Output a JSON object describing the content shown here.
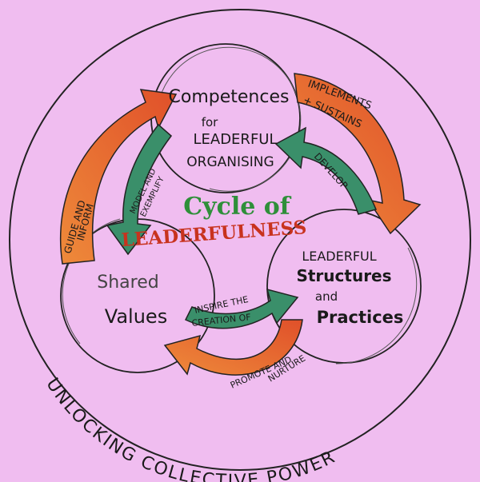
{
  "diagram": {
    "center_title_1": "Cycle of",
    "center_title_2": "LEADERFULNESS",
    "outer_caption": "UNLOCKING COLLECTIVE POWER",
    "nodes": {
      "competences": {
        "line1": "Competences",
        "line2": "for",
        "line3": "LEADERFUL",
        "line4": "ORGANISING"
      },
      "values": {
        "line1": "Shared",
        "line2": "Values"
      },
      "structures": {
        "line1": "LEADERFUL",
        "line2": "Structures",
        "line3": "and",
        "line4": "Practices"
      }
    },
    "arrows": {
      "implements": {
        "line1": "IMPLEMENTS",
        "line2": "+ SUSTAINS"
      },
      "develop": {
        "line1": "DEVELOP"
      },
      "model": {
        "line1": "MODEL AND",
        "line2": "EXEMPLIFY"
      },
      "guide": {
        "line1": "GUIDE AND",
        "line2": "INFORM"
      },
      "inspire": {
        "line1": "INSPIRE THE",
        "line2": "CREATION OF"
      },
      "promote": {
        "line1": "PROMOTE AND",
        "line2": "NURTURE"
      }
    },
    "colors": {
      "background": "#f0bdf0",
      "green": "#3a8f6a",
      "red": "#e0502a",
      "orange": "#ee8a3a",
      "title_green": "#2f8f3a",
      "title_red": "#c8331e"
    }
  }
}
